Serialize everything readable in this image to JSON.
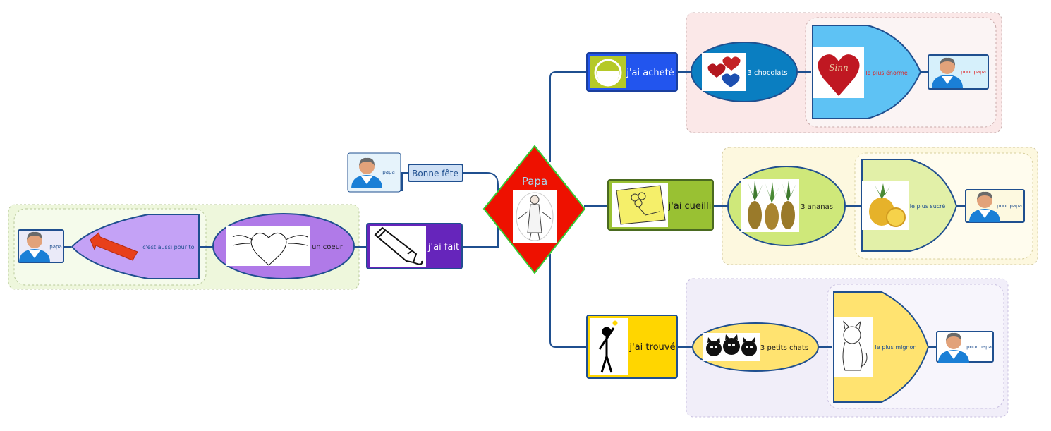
{
  "central": {
    "label": "Papa"
  },
  "branches": {
    "bought": {
      "label": "j'ai acheté",
      "color": "#2255ee",
      "item": "3 chocolats",
      "superlative": "le plus énorme",
      "heart_text": "Sinn",
      "recipient": "pour papa",
      "region_color": "#fbe8e8"
    },
    "picked": {
      "label": "j'ai cueilli",
      "color": "#99c133",
      "item": "3 ananas",
      "superlative": "le plus sucré",
      "recipient": "pour papa",
      "region_color": "#fdf9e0"
    },
    "found": {
      "label": "j'ai trouvé",
      "color": "#ffd600",
      "item": "3 petits chats",
      "superlative": "le plus mignon",
      "recipient": "pour papa",
      "region_color": "#f1eef9"
    },
    "made": {
      "label": "j'ai fait",
      "color": "#6625bb",
      "item": "un coeur",
      "superlative": "c'est aussi pour toi",
      "recipient": "papa",
      "region_color": "#eef7dc"
    },
    "greeting": {
      "label": "Bonne fête",
      "recipient": "papa"
    }
  },
  "icons": [
    "person-icon",
    "basket-icon",
    "flower-card-icon",
    "stick-figure-icon",
    "pencil-icon",
    "heart-icon",
    "chocolate-hearts-icon",
    "pineapple-icon",
    "kitten-icon",
    "arrow-icon",
    "grandpa-icon"
  ]
}
